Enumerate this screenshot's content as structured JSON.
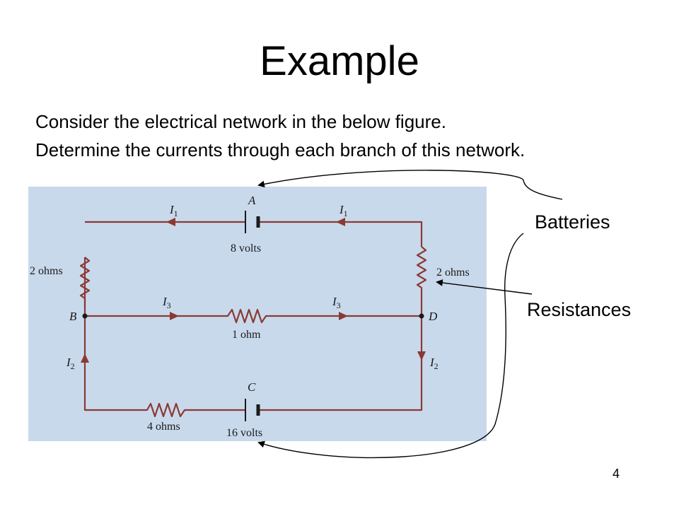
{
  "slide": {
    "title": "Example",
    "description": [
      "Consider the electrical network in the below figure.",
      "Determine the currents through each branch of this network."
    ],
    "labels": {
      "batteries": "Batteries",
      "resistances": "Resistances"
    },
    "page_number": "4"
  },
  "circuit": {
    "nodes": {
      "a": "A",
      "b": "B",
      "c": "C",
      "d": "D"
    },
    "current_symbol": "I",
    "currents": {
      "top": "1",
      "middle": "3",
      "bottom": "2"
    },
    "components": {
      "battery_top": "8 volts",
      "battery_bottom": "16 volts",
      "resistor_left": "2 ohms",
      "resistor_right": "2 ohms",
      "resistor_middle": "1 ohm",
      "resistor_bottom": "4 ohms"
    },
    "colors": {
      "background": "#c9d9ec",
      "wire": "#8a3a34",
      "ink": "#1a1a1a"
    }
  }
}
